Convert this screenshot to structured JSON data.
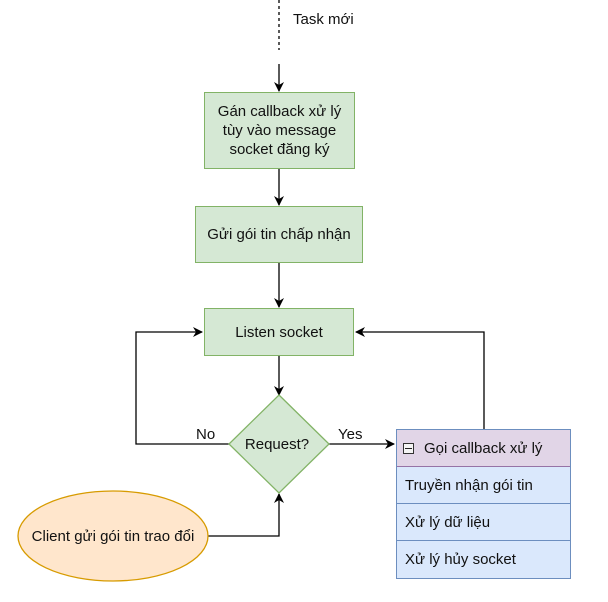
{
  "diagram": {
    "start_label": "Task mới",
    "steps": {
      "assign_callback": "Gán callback xử lý tùy vào message socket đăng ký",
      "send_accept": "Gửi gói tin chấp nhận",
      "listen_socket": "Listen socket"
    },
    "decision": {
      "label": "Request?",
      "no_label": "No",
      "yes_label": "Yes"
    },
    "client_event": "Client gửi gói tin trao đổi",
    "handler_list": {
      "title": "Gọi callback xử lý",
      "items": [
        "Truyền nhận gói tin",
        "Xử lý dữ liệu",
        "Xử lý hủy socket"
      ]
    },
    "colors": {
      "process_fill": "#d5e8d4",
      "process_stroke": "#82b366",
      "event_fill": "#ffe6cc",
      "event_stroke": "#d79b00",
      "list_header_fill": "#e1d5e7",
      "list_item_fill": "#dae8fc",
      "list_stroke": "#6c8ebf"
    }
  }
}
